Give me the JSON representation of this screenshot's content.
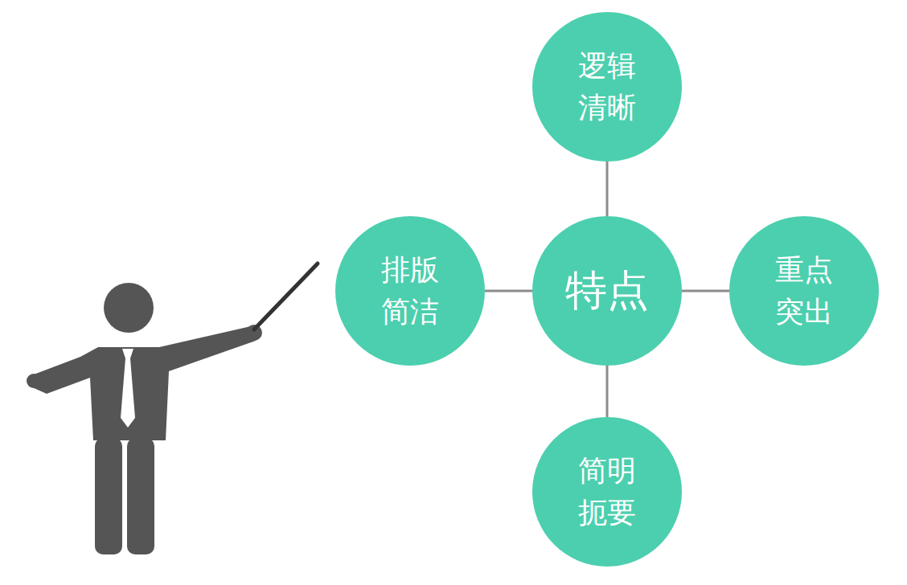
{
  "diagram": {
    "nodes": [
      {
        "text": [
          "逻辑 清晰"
        ]
      },
      {
        "text": [
          "排版 简洁"
        ]
      },
      {
        "text": [
          "特点"
        ]
      },
      {
        "text": [
          "重点 突出"
        ]
      },
      {
        "text": [
          "简明 扼要"
        ]
      }
    ],
    "edges": [
      {
        "from": 2,
        "to": 0,
        "arrow": "none"
      },
      {
        "from": 2,
        "to": 1,
        "arrow": "none"
      },
      {
        "from": 2,
        "to": 3,
        "arrow": "none"
      },
      {
        "from": 2,
        "to": 4,
        "arrow": "none"
      }
    ]
  }
}
